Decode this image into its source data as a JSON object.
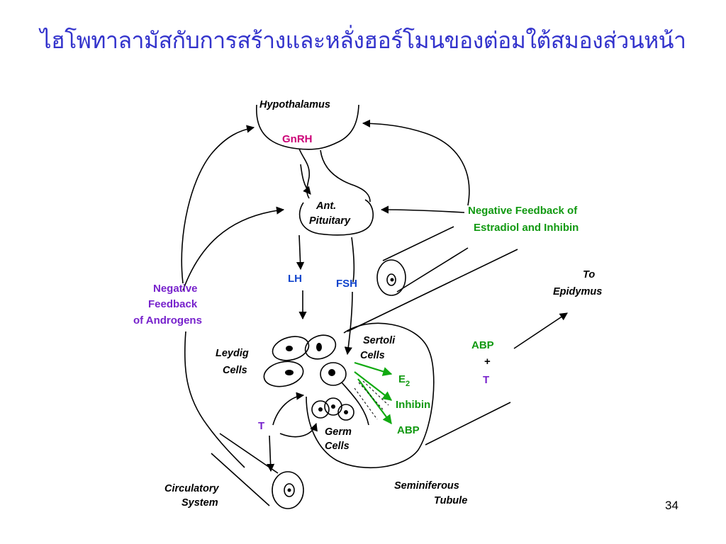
{
  "slide": {
    "title": "ไฮโพทาลามัสกับการสร้างและหลั่งฮอร์โมนของต่อมใต้สมองส่วนหน้า",
    "page_number": "34"
  },
  "diagram": {
    "hypothalamus": "Hypothalamus",
    "gnrh": "GnRH",
    "ant": "Ant.",
    "pituitary": "Pituitary",
    "lh": "LH",
    "fsh": "FSH",
    "neg_fb_estradiol_line1": "Negative Feedback of",
    "neg_fb_estradiol_line2": "Estradiol and Inhibin",
    "neg_fb_androgens_line1": "Negative",
    "neg_fb_androgens_line2": "Feedback",
    "neg_fb_androgens_line3": "of Androgens",
    "to": "To",
    "epidymus": "Epidymus",
    "leydig": "Leydig",
    "cells_leydig": "Cells",
    "sertoli": "Sertoli",
    "cells_sertoli": "Cells",
    "e2_base": "E",
    "e2_sub": "2",
    "inhibin": "Inhibin",
    "abp_inside": "ABP",
    "abp_right": "ABP",
    "plus": "+",
    "t_right": "T",
    "t_left": "T",
    "germ": "Germ",
    "cells_germ": "Cells",
    "circulatory": "Circulatory",
    "system": "System",
    "seminiferous": "Seminiferous",
    "tubule": "Tubule"
  },
  "colors": {
    "title": "#3333cc",
    "gnrh": "#cc0077",
    "lh_fsh": "#1144cc",
    "estradiol_feedback": "#119911",
    "androgen_feedback": "#7722cc",
    "secretion_arrows": "#11aa11"
  }
}
